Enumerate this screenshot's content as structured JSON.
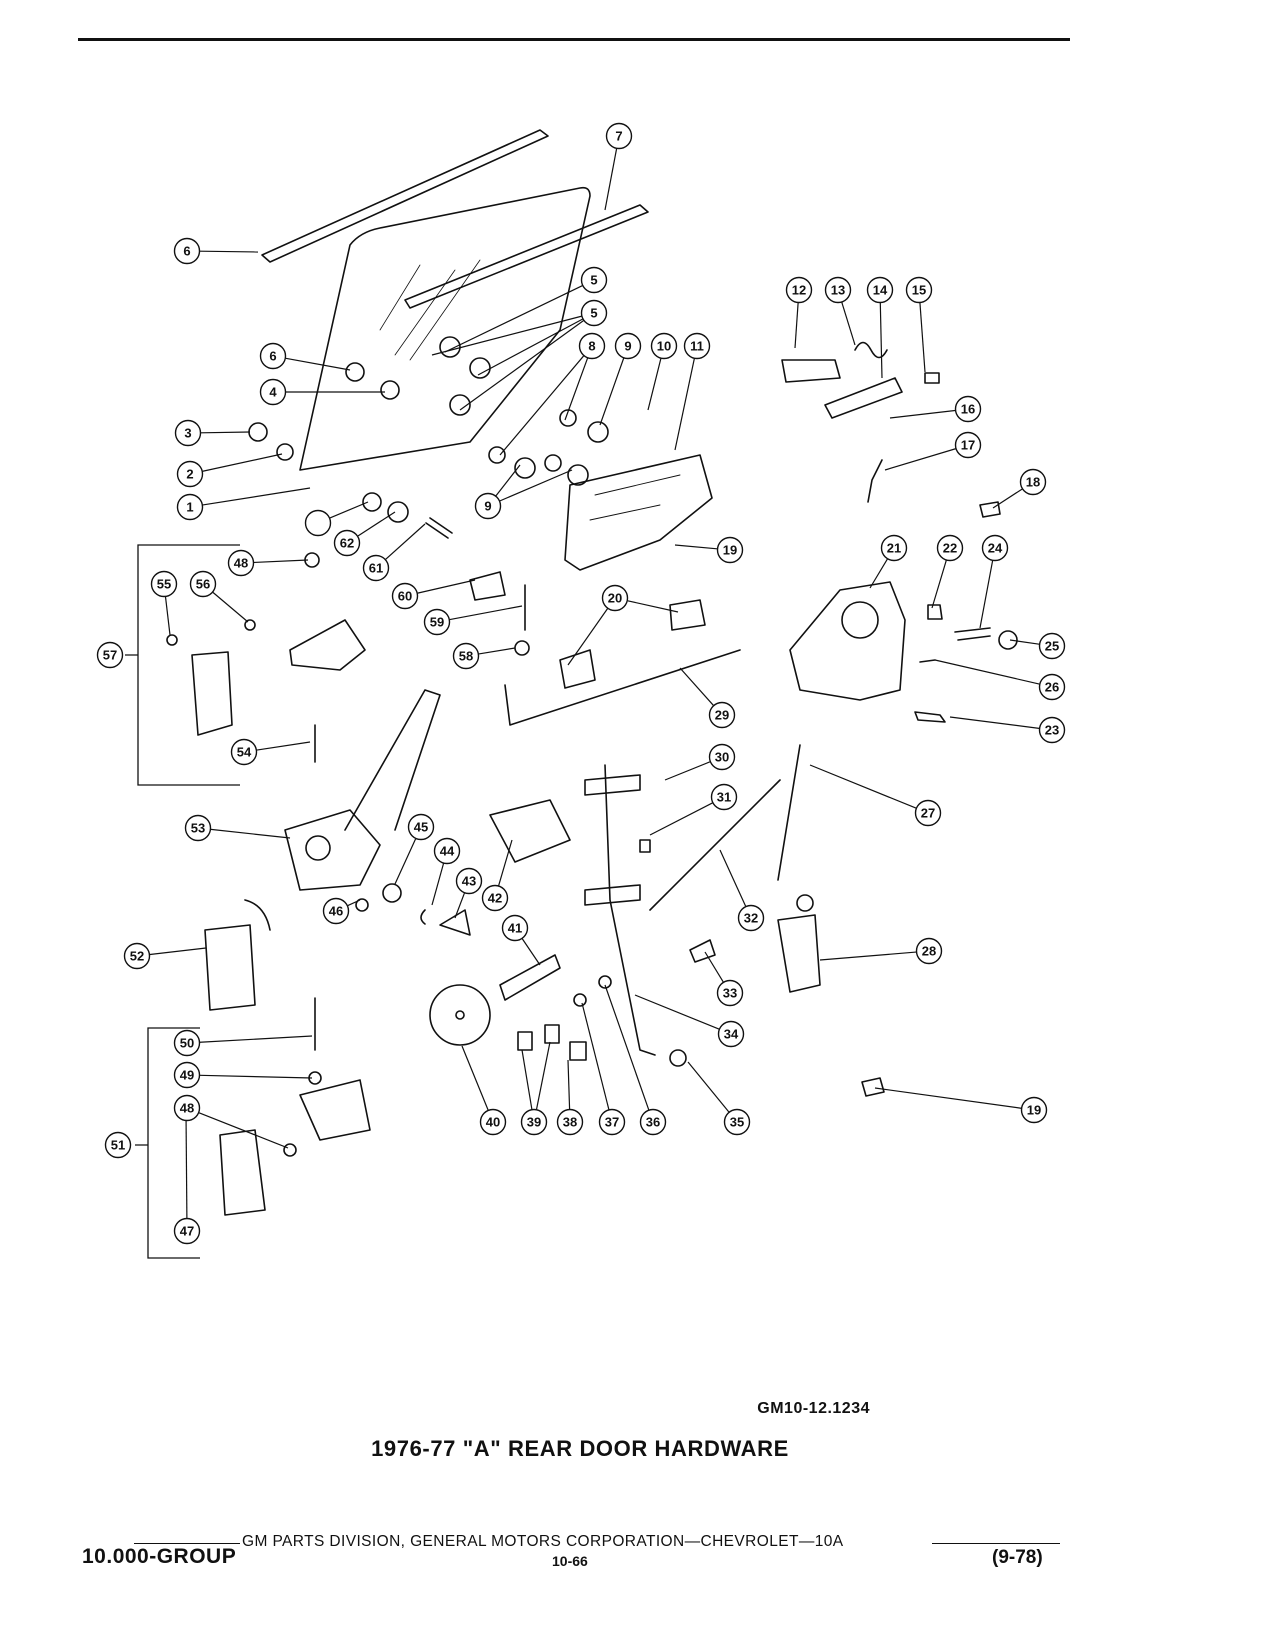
{
  "diagram": {
    "title": "1976-77 \"A\" REAR DOOR HARDWARE",
    "drawing_code": "GM10-12.1234",
    "callouts": [
      "1",
      "2",
      "3",
      "4",
      "5",
      "6",
      "7",
      "8",
      "9",
      "10",
      "11",
      "12",
      "13",
      "14",
      "15",
      "16",
      "17",
      "18",
      "19",
      "20",
      "21",
      "22",
      "23",
      "24",
      "25",
      "26",
      "27",
      "28",
      "29",
      "30",
      "31",
      "32",
      "33",
      "34",
      "35",
      "36",
      "37",
      "38",
      "39",
      "40",
      "41",
      "42",
      "43",
      "44",
      "45",
      "46",
      "47",
      "48",
      "49",
      "50",
      "51",
      "52",
      "53",
      "54",
      "55",
      "56",
      "57",
      "58",
      "59",
      "60",
      "61",
      "62"
    ]
  },
  "footer": {
    "publisher_line": "GM PARTS DIVISION, GENERAL MOTORS CORPORATION—CHEVROLET—10A",
    "group": "10.000-GROUP",
    "page": "10-66",
    "revision": "(9-78)"
  },
  "colors": {
    "ink": "#111111",
    "paper": "#ffffff"
  }
}
